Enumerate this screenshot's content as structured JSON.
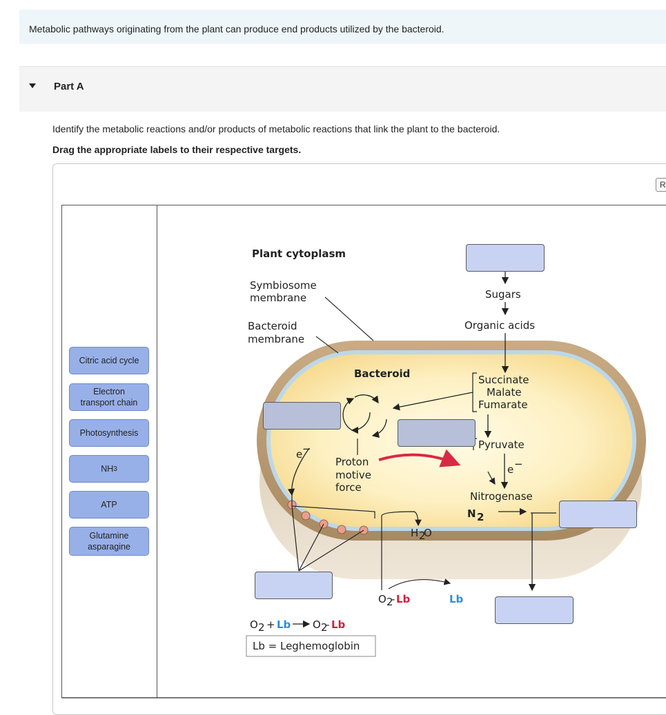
{
  "intro_text": "Metabolic pathways originating from the plant can produce end products utilized by the bacteroid.",
  "part": {
    "title": "Part A"
  },
  "question": "Identify the metabolic reactions and/or products of metabolic reactions that link the plant to the bacteroid.",
  "instruction": "Drag the appropriate labels to their respective targets.",
  "reset_label": "R",
  "labels": [
    {
      "line1": "Citric acid cycle",
      "line2": ""
    },
    {
      "line1": "Electron",
      "line2": "transport chain"
    },
    {
      "line1": "Photosynthesis",
      "line2": ""
    },
    {
      "line1": "NH",
      "sub": "3"
    },
    {
      "line1": "ATP",
      "line2": ""
    },
    {
      "line1": "Glutamine",
      "line2": "asparagine"
    }
  ],
  "diagram": {
    "plant_cytoplasm": "Plant cytoplasm",
    "symbiosome_membrane": [
      "Symbiosome",
      "membrane"
    ],
    "bacteroid_membrane": [
      "Bacteroid",
      "membrane"
    ],
    "bacteroid": "Bacteroid",
    "sugars": "Sugars",
    "organic_acids": "Organic acids",
    "succinate": "Succinate",
    "malate": "Malate",
    "fumarate": "Fumarate",
    "pyruvate": "Pyruvate",
    "electron": "e",
    "proton_motive_force": [
      "Proton",
      "motive",
      "force"
    ],
    "nitrogenase": "Nitrogenase",
    "n2": "N",
    "h2o": "H",
    "o2_lb": "O",
    "lb": "Lb",
    "lb_definition": "Lb = Leghemoglobin",
    "colors": {
      "lb_blue": "#2a8fd6",
      "lb_red": "#d21f3c",
      "arrow_red": "#d92a45"
    }
  }
}
